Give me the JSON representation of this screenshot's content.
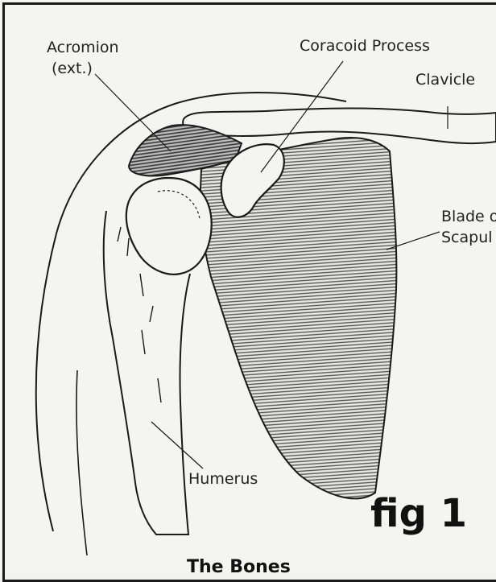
{
  "figure": {
    "fig_label": "fig 1",
    "caption": "The Bones"
  },
  "labels": {
    "acromion": "Acromion",
    "acromion_ext": "(ext.)",
    "coracoid": "Coracoid Process",
    "clavicle": "Clavicle",
    "blade_line1": "Blade o",
    "blade_line2": "Scapul",
    "humerus": "Humerus"
  },
  "colors": {
    "ink": "#1a1a1a",
    "paper": "#f4f4f2",
    "hatch": "#6a6a6a"
  }
}
